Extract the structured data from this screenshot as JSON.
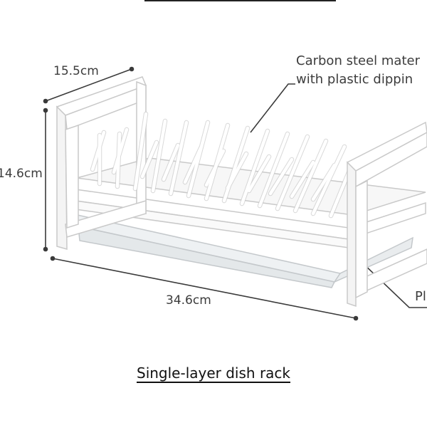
{
  "dimensions": {
    "depth": "15.5cm",
    "height": "14.6cm",
    "width": "34.6cm"
  },
  "callouts": {
    "material_line1": "Carbon steel mater",
    "material_line2": "with plastic dippin",
    "tray_partial": "Pl"
  },
  "caption": "Single-layer dish rack",
  "colors": {
    "rack_frame": "#ffffff",
    "rack_outline": "#c9c9c9",
    "dimension_line": "#3a3a3a"
  }
}
